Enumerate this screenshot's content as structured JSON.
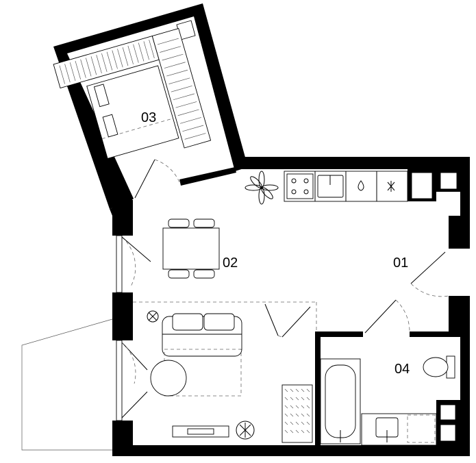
{
  "rooms": [
    {
      "id": "01",
      "label": "01"
    },
    {
      "id": "02",
      "label": "02"
    },
    {
      "id": "03",
      "label": "03"
    },
    {
      "id": "04",
      "label": "04"
    }
  ],
  "colors": {
    "walls": "#000000",
    "background": "#ffffff",
    "fixtures": "#000000"
  }
}
